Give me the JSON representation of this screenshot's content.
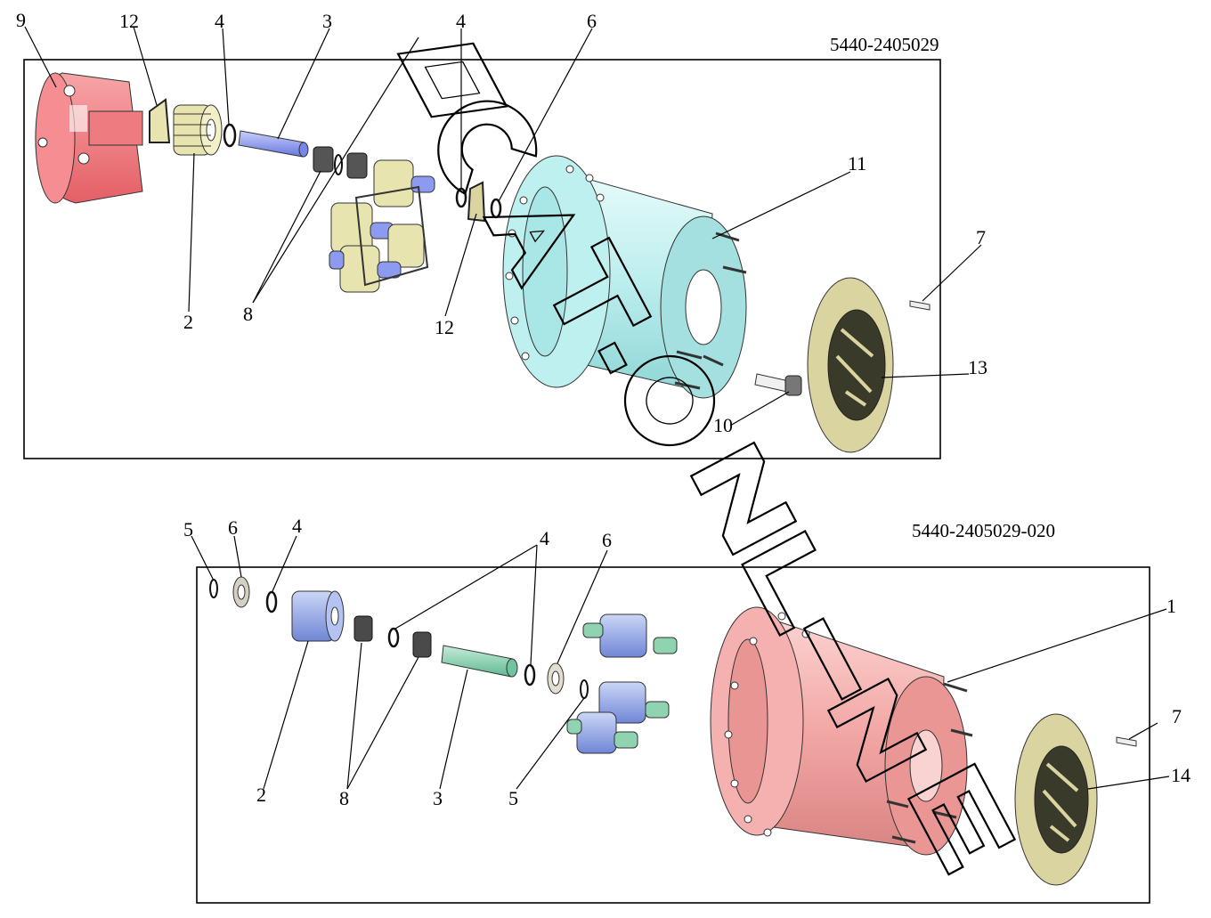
{
  "watermark": {
    "text": "ACAT-ONLINE"
  },
  "colors": {
    "carrier": "#f07c80",
    "sun_gear_yellow": "#e8e4b0",
    "shaft_blue": "#8c9af0",
    "housing_top": "#bff0f0",
    "housing_bottom": "#f2a7a5",
    "cover_plate": "#d9d4a0",
    "gear_blue": "#9bb0e8",
    "pin_green": "#8fd3b0"
  },
  "top_assembly": {
    "part_number": "5440-2405029",
    "callouts": [
      "9",
      "12",
      "4",
      "3",
      "4",
      "6",
      "11",
      "7",
      "13",
      "10",
      "12",
      "8",
      "2"
    ]
  },
  "bottom_assembly": {
    "part_number": "5440-2405029-020",
    "callouts": [
      "5",
      "6",
      "4",
      "4",
      "6",
      "1",
      "7",
      "14",
      "5",
      "3",
      "8",
      "2"
    ]
  }
}
